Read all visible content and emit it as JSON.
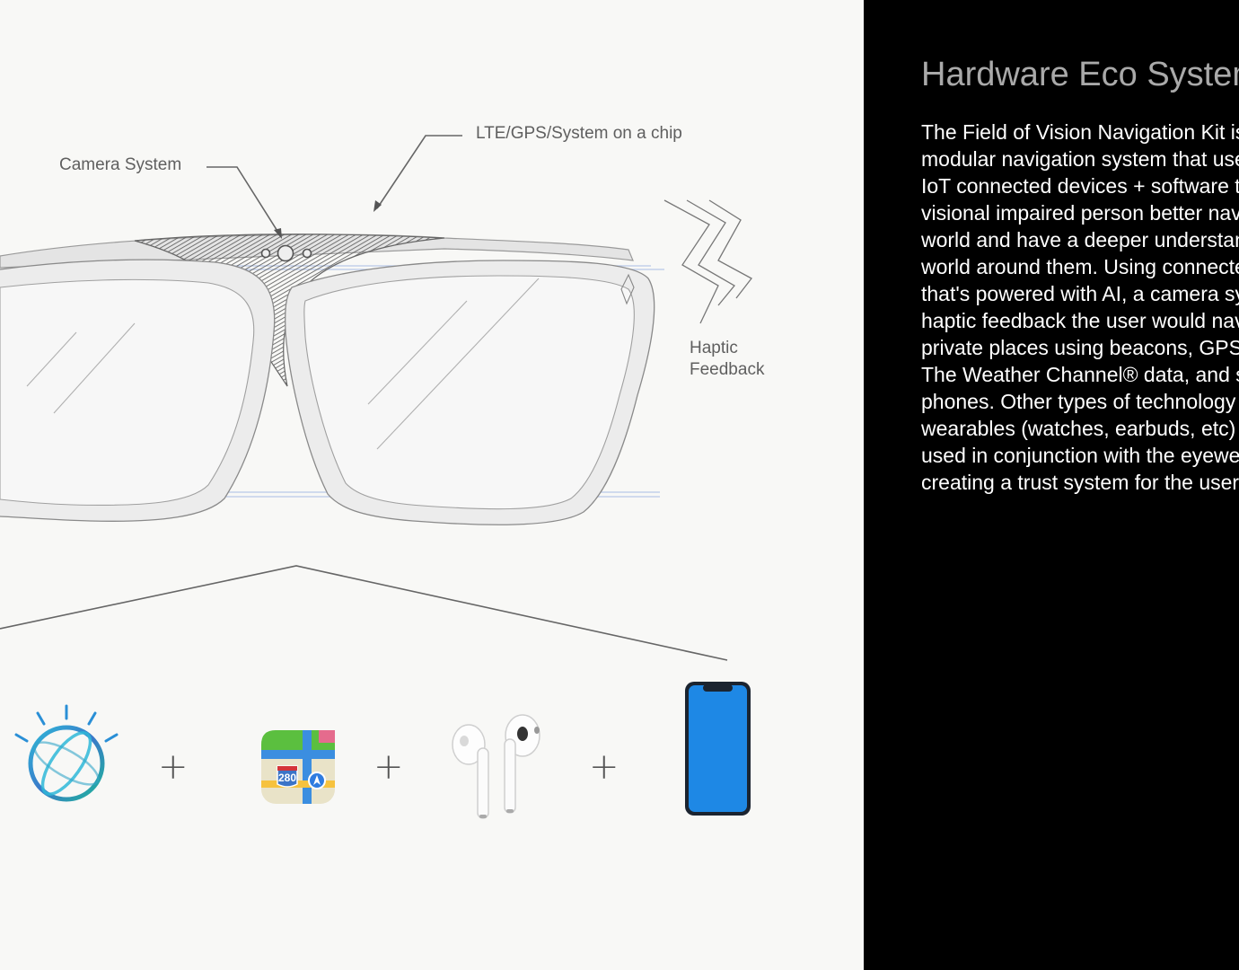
{
  "diagram": {
    "labels": {
      "camera_system": "Camera System",
      "lte_gps": "LTE/GPS/System on a chip",
      "haptic": "Haptic Feedback"
    },
    "operator": "+",
    "components": [
      {
        "name": "watson-ai-icon"
      },
      {
        "name": "maps-app-icon",
        "badge": "280"
      },
      {
        "name": "airpods-icon"
      },
      {
        "name": "smartphone-icon",
        "screen_color": "#1e88e5"
      }
    ]
  },
  "panel": {
    "title": "Hardware Eco System",
    "body_lines": [
      "The Field of Vision Navigation Kit is a",
      "modular navigation system that uses",
      "IoT connected devices + software to help",
      "visional impaired person better navigate the",
      "world and have a deeper understanding of the",
      "world around them. Using connected glasses",
      "that's powered with AI, a camera system and",
      "haptic feedback the user would navigate public and",
      "private places using beacons, GPS/LTE,",
      "The Weather Channel® data, and smart",
      "phones. Other types of technology such as",
      "wearables (watches, earbuds, etc) could be",
      "used in conjunction with the eyewear",
      "creating a trust system for the user."
    ]
  },
  "colors": {
    "canvas_bg": "#f8f8f6",
    "panel_bg": "#000000",
    "title": "#a9a9a9",
    "body_text": "#ffffff",
    "label_text": "#5f5f5f",
    "phone_screen": "#1e88e5"
  }
}
